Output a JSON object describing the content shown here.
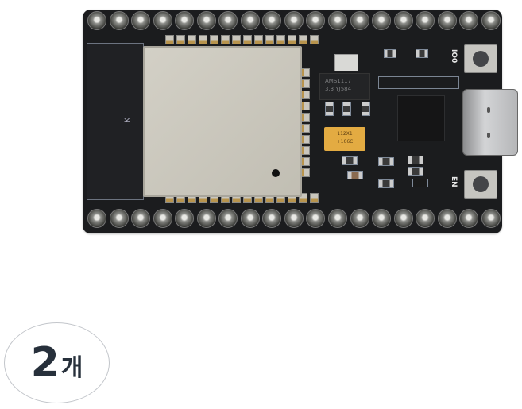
{
  "product": {
    "type": "ESP32 development board",
    "header_pins_per_row": 19,
    "module_pads_top": 14,
    "module_pads_right": 10,
    "module_pads_bottom": 14,
    "antenna_silk_label": "K",
    "regulator_marking": [
      "AMS1117",
      "3.3  YJ584"
    ],
    "tantalum_cap_marking": [
      "112X1",
      "+106C"
    ],
    "buttons": [
      {
        "silk_label": "IO0",
        "icon": "pushbutton-icon"
      },
      {
        "silk_label": "EN",
        "icon": "pushbutton-icon"
      }
    ],
    "connector": "usb-c-port",
    "colors": {
      "pcb": "#1b1c1e",
      "silkscreen": "#7b8593",
      "module_shield": "#c9c6bc",
      "tantalum": "#e3ab42",
      "pins": "#8d8e8a"
    }
  },
  "quantity_badge": {
    "number": "2",
    "unit": "개",
    "text_color": "#27303b",
    "border_color": "#c3c6cb"
  }
}
